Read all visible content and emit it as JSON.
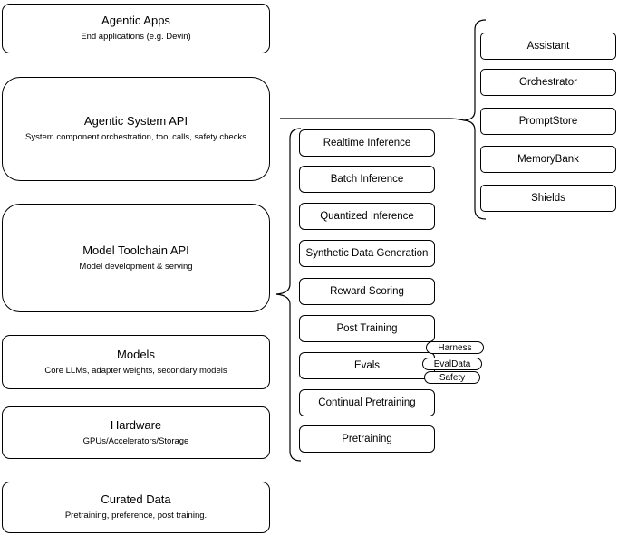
{
  "colors": {
    "stroke": "#000000",
    "fill": "#ffffff",
    "text": "#000000"
  },
  "left_stack": {
    "items": [
      {
        "title": "Agentic Apps",
        "subtitle": "End applications (e.g. Devin)"
      },
      {
        "title": "Agentic System API",
        "subtitle": "System component orchestration, tool calls, safety checks"
      },
      {
        "title": "Model Toolchain API",
        "subtitle": "Model development & serving"
      },
      {
        "title": "Models",
        "subtitle": "Core LLMs, adapter weights, secondary models"
      },
      {
        "title": "Hardware",
        "subtitle": "GPUs/Accelerators/Storage"
      },
      {
        "title": "Curated Data",
        "subtitle": "Pretraining, preference, post training."
      }
    ]
  },
  "toolchain_components": {
    "items": [
      {
        "label": "Realtime Inference"
      },
      {
        "label": "Batch Inference"
      },
      {
        "label": "Quantized Inference"
      },
      {
        "label": "Synthetic Data Generation"
      },
      {
        "label": "Reward Scoring"
      },
      {
        "label": "Post Training"
      },
      {
        "label": "Evals"
      },
      {
        "label": "Continual Pretraining"
      },
      {
        "label": "Pretraining"
      }
    ]
  },
  "system_components": {
    "items": [
      {
        "label": "Assistant"
      },
      {
        "label": "Orchestrator"
      },
      {
        "label": "PromptStore"
      },
      {
        "label": "MemoryBank"
      },
      {
        "label": "Shields"
      }
    ]
  },
  "evals_tags": {
    "items": [
      {
        "label": "Harness"
      },
      {
        "label": "EvalData"
      },
      {
        "label": "Safety"
      }
    ]
  }
}
